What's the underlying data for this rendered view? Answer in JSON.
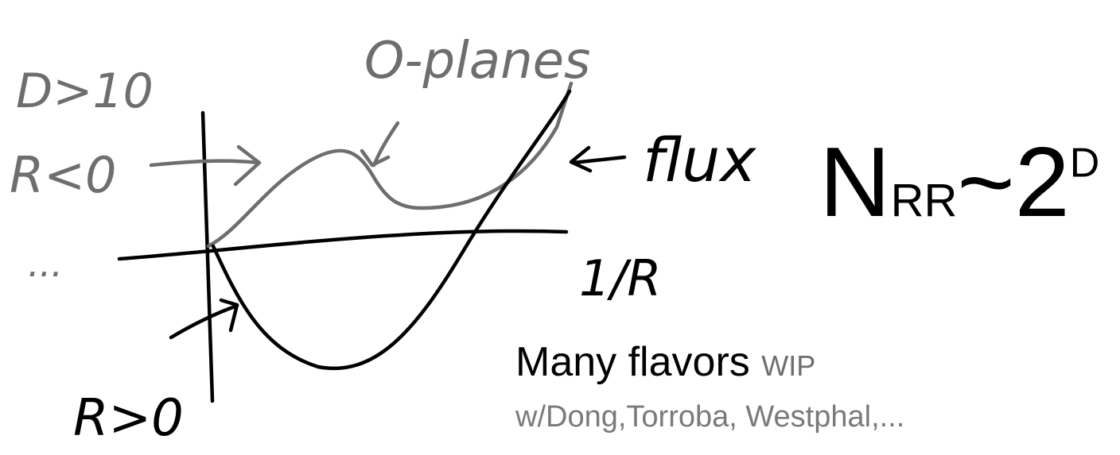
{
  "handwritten": {
    "d_condition": "D>10",
    "r_negative": "R<0",
    "ellipsis": "...",
    "o_planes": "O-planes",
    "flux": "flux",
    "axis_label": "1/R",
    "r_positive": "R>0"
  },
  "formula": {
    "base": "N",
    "subscript": "RR",
    "operator": "~",
    "number": "2",
    "exponent": "D"
  },
  "note": {
    "title": "Many flavors",
    "status": "WIP",
    "collaborators": "w/Dong,Torroba, Westphal,..."
  }
}
